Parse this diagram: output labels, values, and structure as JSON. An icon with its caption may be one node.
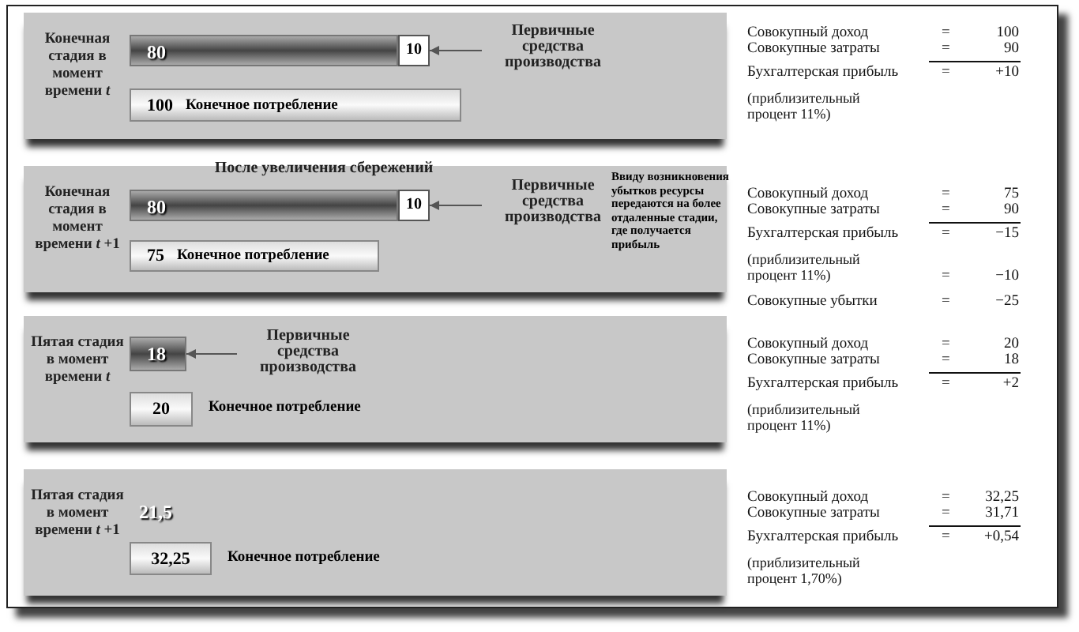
{
  "diagram": {
    "nodes": [
      {
        "text": [
          "Конечная стадия в момент времени *t*"
        ]
      },
      {
        "text": [
          "80"
        ],
        "in": 0
      },
      {
        "text": [
          "10"
        ],
        "in": 0
      },
      {
        "text": [
          "Первичные средства производства"
        ],
        "in": 0
      },
      {
        "text": [
          "100",
          "Конечное потребление"
        ],
        "in": 0
      },
      {
        "text": [
          "Конечная стадия в момент времени *t* +1"
        ]
      },
      {
        "text": [
          "80"
        ],
        "in": 5
      },
      {
        "text": [
          "10"
        ],
        "in": 5
      },
      {
        "text": [
          "Первичные средства производства"
        ],
        "in": 5
      },
      {
        "text": [
          "75",
          "Конечное потребление"
        ],
        "in": 5
      },
      {
        "text": [
          "Пятая стадия в момент времени *t*"
        ]
      },
      {
        "text": [
          "18"
        ],
        "in": 10
      },
      {
        "text": [
          "Первичные средства производства"
        ],
        "in": 10
      },
      {
        "text": [
          "20"
        ],
        "in": 10,
        "beside": [
          "Конечное потребление"
        ]
      },
      {
        "text": [
          "Пятая стадия в момент времени *t* +1"
        ]
      },
      {
        "text": [
          "32,25"
        ],
        "in": 14,
        "beside": [
          "Конечное потребление"
        ]
      }
    ],
    "edges": [
      {
        "from": 3,
        "to": 2,
        "arrow": "to"
      },
      {
        "from": 8,
        "to": 7,
        "arrow": "to"
      },
      {
        "from": 12,
        "to": 11,
        "arrow": "to"
      }
    ],
    "labels": [
      "Совокупный доход",
      "=",
      "100",
      "Совокупные затраты",
      "=",
      "90",
      "Бухгалтерская прибыль",
      "=",
      "+10",
      "(приблизительный процент 11%)",
      "После увеличения сбережений",
      "Ввиду возникновения убытков ресурсы передаются на более отдаленные стадии, где получается прибыль",
      "Совокупный доход",
      "=",
      "75",
      "Совокупные затраты",
      "=",
      "90",
      "Бухгалтерская прибыль",
      "=",
      "−15",
      "(приблизительный процент 11%)",
      "=",
      "−10",
      "Совокупные убытки",
      "=",
      "−25",
      "Совокупный доход",
      "=",
      "20",
      "Совокупные затраты",
      "=",
      "18",
      "Бухгалтерская прибыль",
      "=",
      "+2",
      "(приблизительный процент 11%)",
      "21,5",
      "Совокупный доход",
      "=",
      "32,25",
      "Совокупные затраты",
      "=",
      "31,71",
      "Бухгалтерская прибыль",
      "=",
      "+0,54",
      "(приблизительный процент 1,70%)"
    ]
  }
}
